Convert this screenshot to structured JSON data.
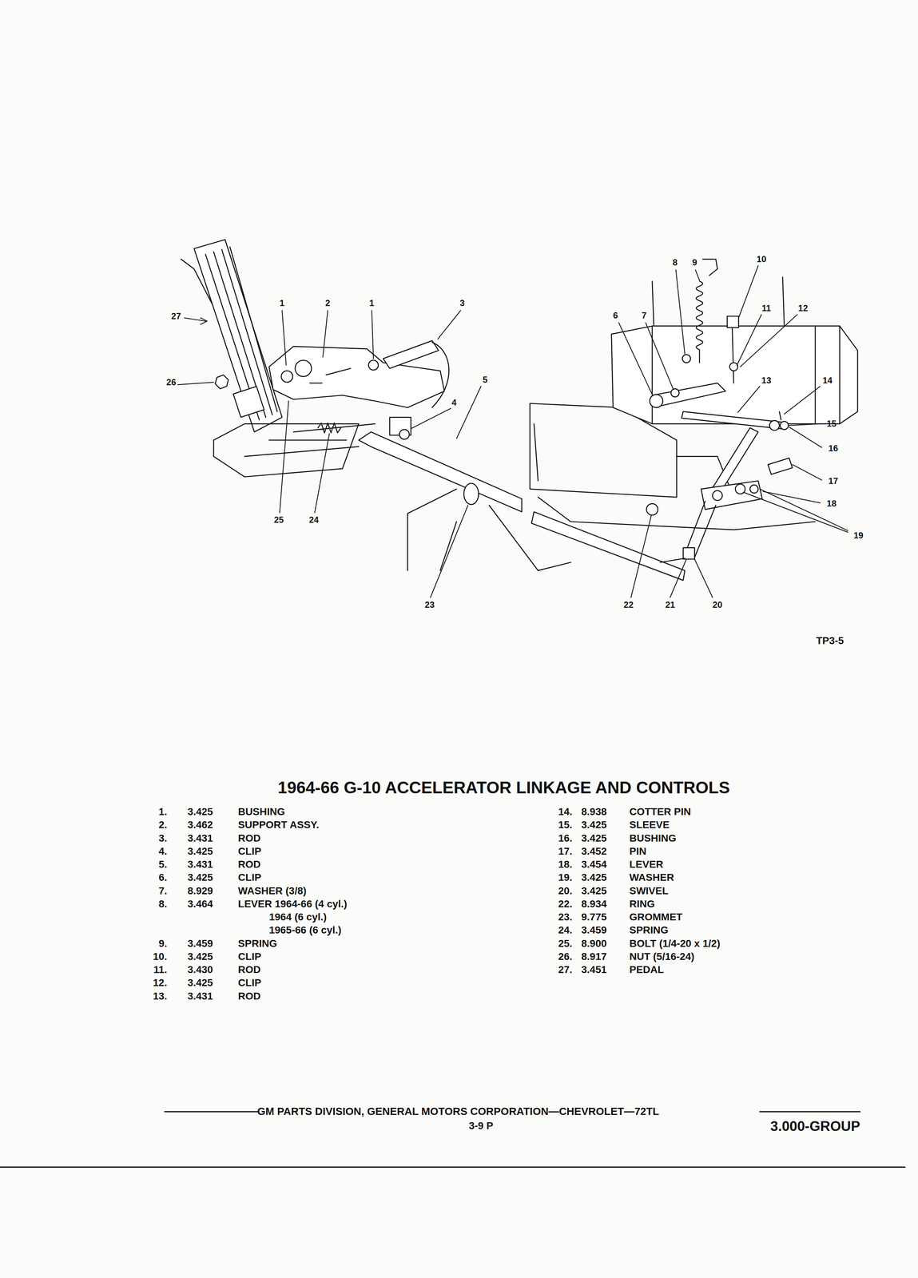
{
  "diagram": {
    "title": "1964-66 G-10 ACCELERATOR LINKAGE AND CONTROLS",
    "labels": [
      "27",
      "1",
      "2",
      "1",
      "3",
      "26",
      "4",
      "5",
      "25",
      "24",
      "23",
      "6",
      "7",
      "8",
      "9",
      "10",
      "11",
      "12",
      "13",
      "14",
      "15",
      "16",
      "17",
      "18",
      "19",
      "22",
      "21",
      "20",
      "TP3-5",
      "1.",
      "3.425",
      "BUSHING",
      "2.",
      "3.462",
      "SUPPORT ASSY.",
      "3.",
      "3.431",
      "ROD",
      "4.",
      "3.425",
      "CLIP",
      "5.",
      "3.431",
      "ROD",
      "6.",
      "3.425",
      "CLIP",
      "7.",
      "8.929",
      "WASHER (3/8)",
      "8.",
      "3.464",
      "LEVER 1964-66 (4 cyl.)",
      "1964 (6 cyl.)",
      "1965-66 (6 cyl.)",
      "9.",
      "3.459",
      "SPRING",
      "10.",
      "3.425",
      "CLIP",
      "11.",
      "3.430",
      "ROD",
      "12.",
      "3.425",
      "CLIP",
      "13.",
      "3.431",
      "ROD",
      "14.",
      "8.938",
      "COTTER PIN",
      "15.",
      "3.425",
      "SLEEVE",
      "16.",
      "3.425",
      "BUSHING",
      "17.",
      "3.452",
      "PIN",
      "18.",
      "3.454",
      "LEVER",
      "19.",
      "3.425",
      "WASHER",
      "20.",
      "3.425",
      "SWIVEL",
      "22.",
      "8.934",
      "RING",
      "23.",
      "9.775",
      "GROMMET",
      "24.",
      "3.459",
      "SPRING",
      "25.",
      "8.900",
      "BOLT (1/4-20 x 1/2)",
      "26.",
      "8.917",
      "NUT (5/16-24)",
      "27.",
      "3.451",
      "PEDAL",
      "GM PARTS DIVISION, GENERAL MOTORS CORPORATION—CHEVROLET—72TL",
      "3-9 P",
      "3.000-GROUP"
    ]
  }
}
